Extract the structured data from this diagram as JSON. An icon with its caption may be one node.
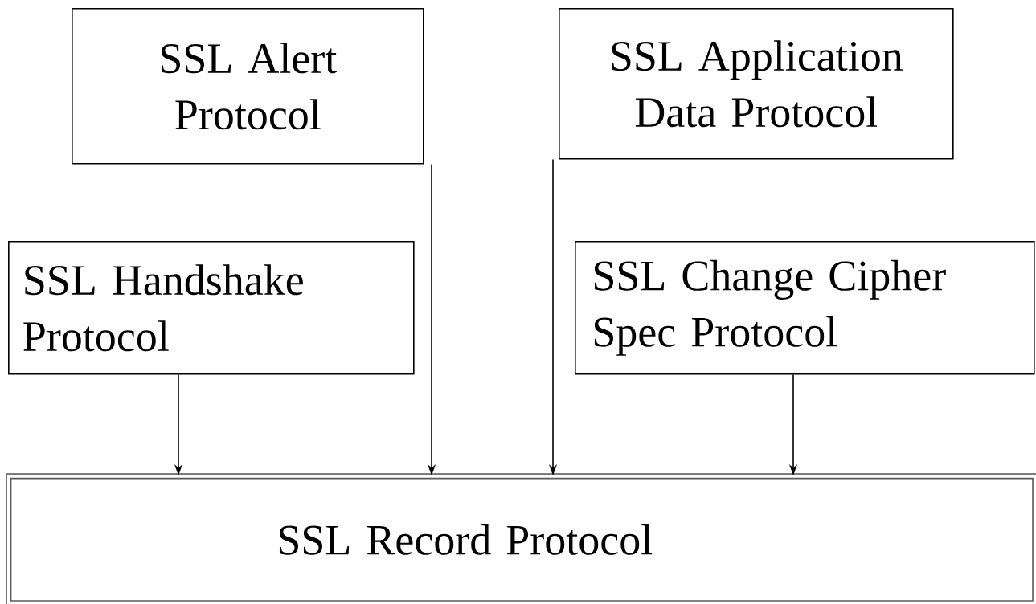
{
  "diagram": {
    "nodes": [
      {
        "text": [
          "SSL Alert Protocol"
        ]
      },
      {
        "text": [
          "SSL Application Data Protocol"
        ]
      },
      {
        "text": [
          "SSL Handshake Protocol"
        ]
      },
      {
        "text": [
          "SSL Change Cipher Spec Protocol"
        ]
      },
      {
        "text": [
          "SSL Record Protocol"
        ]
      }
    ],
    "edges": [
      {
        "from": 2,
        "to": 4,
        "arrow": "to"
      },
      {
        "from": 0,
        "to": 4,
        "arrow": "to"
      },
      {
        "from": 1,
        "to": 4,
        "arrow": "to"
      },
      {
        "from": 3,
        "to": 4,
        "arrow": "to"
      }
    ]
  }
}
